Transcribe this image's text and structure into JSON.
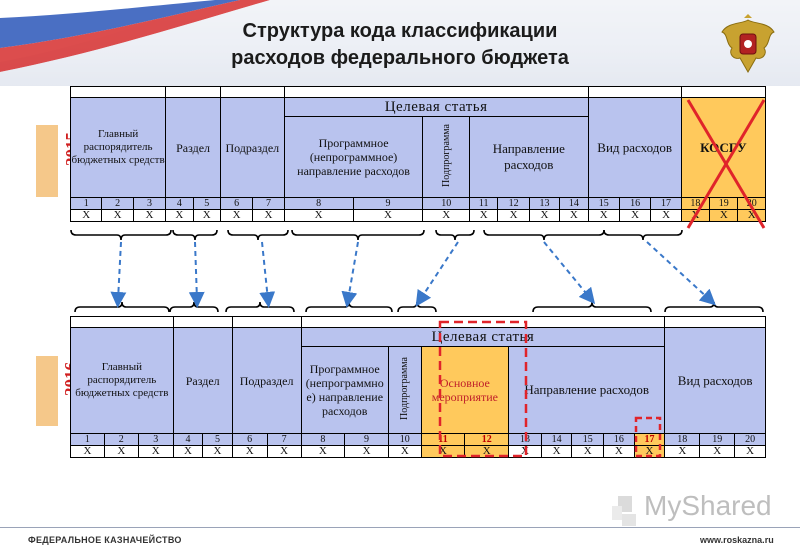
{
  "title": {
    "line1": "Структура кода классификации",
    "line2": "расходов федерального бюджета"
  },
  "years": {
    "top": "2015",
    "bottom": "2016"
  },
  "table2015": {
    "glav": "Главный распорядитель бюджетных средств",
    "razdel": "Раздел",
    "podrazdel": "Подраздел",
    "celevaya": "Целевая статья",
    "programmnoe": "Программное (непрограммное) направление расходов",
    "podprogramma": "Подпрограмма",
    "napravlenie": "Направление расходов",
    "vid": "Вид расходов",
    "kosgu": "КОСГУ",
    "numbers": [
      "1",
      "2",
      "3",
      "4",
      "5",
      "6",
      "7",
      "8",
      "9",
      "10",
      "11",
      "12",
      "13",
      "14",
      "15",
      "16",
      "17",
      "18",
      "19",
      "20"
    ],
    "xs": [
      "X",
      "X",
      "X",
      "X",
      "X",
      "X",
      "X",
      "X",
      "X",
      "X",
      "X",
      "X",
      "X",
      "X",
      "X",
      "X",
      "X",
      "X",
      "X",
      "X"
    ]
  },
  "table2016": {
    "glav": "Главный распорядитель бюджетных средств",
    "razdel": "Раздел",
    "podrazdel": "Подраздел",
    "celevaya": "Целевая статья",
    "programmnoe": "Программное (непрограммно е) направление расходов",
    "podprogramma": "Подпрограмма",
    "osnovnoe": "Основное мероприятие",
    "napravlenie": "Направление расходов",
    "vid": "Вид расходов",
    "numbers": [
      "1",
      "2",
      "3",
      "4",
      "5",
      "6",
      "7",
      "8",
      "9",
      "10",
      "11",
      "12",
      "13",
      "14",
      "15",
      "16",
      "17",
      "18",
      "19",
      "20"
    ],
    "xs": [
      "X",
      "X",
      "X",
      "X",
      "X",
      "X",
      "X",
      "X",
      "X",
      "X",
      "X",
      "X",
      "X",
      "X",
      "X",
      "X",
      "X",
      "X",
      "X",
      "X"
    ]
  },
  "footer": {
    "left": "ФЕДЕРАЛЬНОЕ КАЗНАЧЕЙСТВО",
    "right": "www.roskazna.ru"
  },
  "watermark": "MyShared",
  "colors": {
    "header_blue": "#b9c3ee",
    "highlight_orange": "#ffc95c",
    "arrow_blue": "#3a78c9",
    "cross_red": "#e0242a",
    "year_bg": "#f5c88a"
  }
}
